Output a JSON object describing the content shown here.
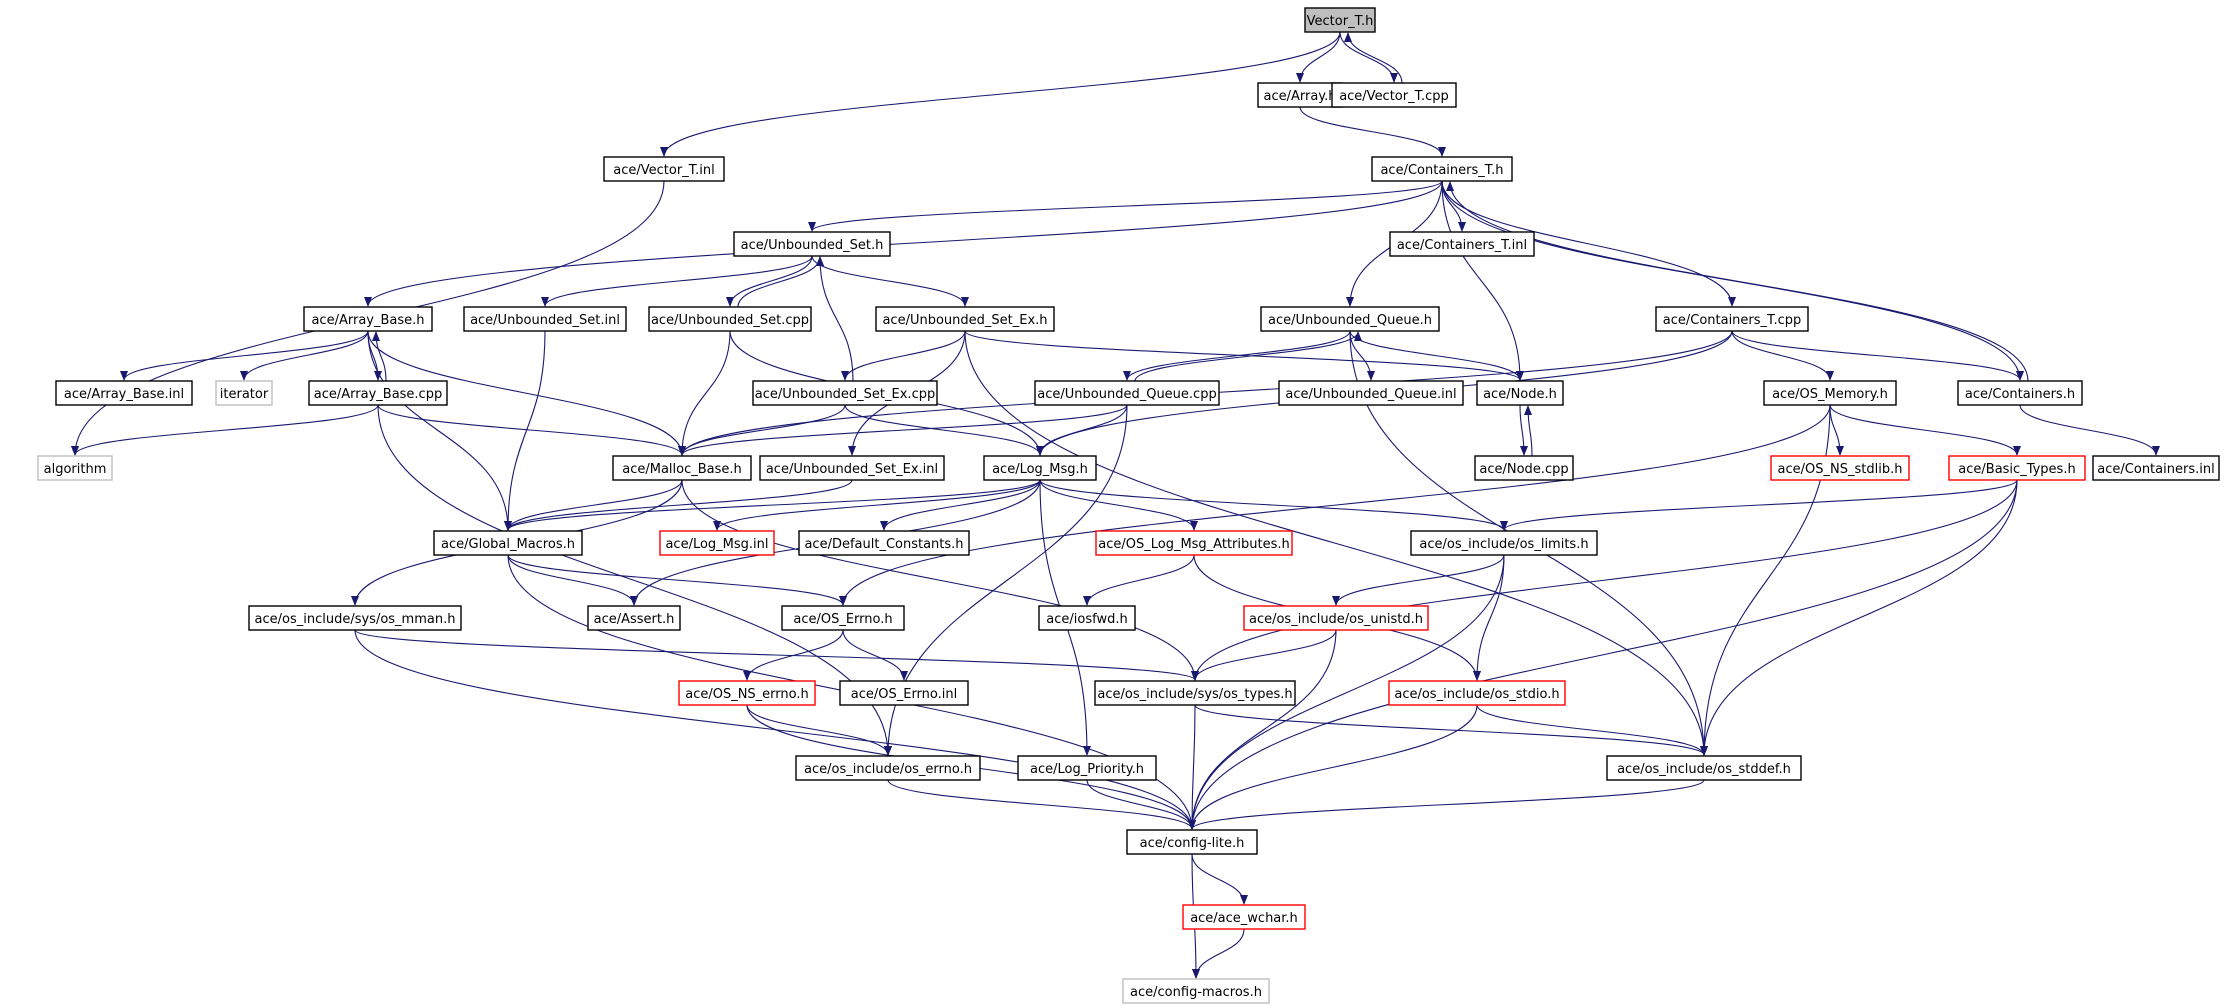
{
  "colors": {
    "edge": "#191970",
    "node_border": "#000000",
    "node_border_incomplete": "#ff0000",
    "node_border_external": "#bfbfbf",
    "current_fill": "#bfbfbf"
  },
  "nodes": [
    {
      "id": "vector_t_h",
      "label": "Vector_T.h",
      "style": "current"
    },
    {
      "id": "array_h",
      "label": "ace/Array.h",
      "style": "black"
    },
    {
      "id": "vector_t_cpp",
      "label": "ace/Vector_T.cpp",
      "style": "black"
    },
    {
      "id": "vector_t_inl",
      "label": "ace/Vector_T.inl",
      "style": "black"
    },
    {
      "id": "containers_t_h",
      "label": "ace/Containers_T.h",
      "style": "black"
    },
    {
      "id": "containers_t_inl",
      "label": "ace/Containers_T.inl",
      "style": "black"
    },
    {
      "id": "unbounded_set_h",
      "label": "ace/Unbounded_Set.h",
      "style": "black"
    },
    {
      "id": "array_base_h",
      "label": "ace/Array_Base.h",
      "style": "black"
    },
    {
      "id": "unbounded_set_inl",
      "label": "ace/Unbounded_Set.inl",
      "style": "black"
    },
    {
      "id": "unbounded_set_cpp",
      "label": "ace/Unbounded_Set.cpp",
      "style": "black"
    },
    {
      "id": "unbounded_set_ex_h",
      "label": "ace/Unbounded_Set_Ex.h",
      "style": "black"
    },
    {
      "id": "unbounded_queue_h",
      "label": "ace/Unbounded_Queue.h",
      "style": "black"
    },
    {
      "id": "containers_t_cpp",
      "label": "ace/Containers_T.cpp",
      "style": "black"
    },
    {
      "id": "array_base_inl",
      "label": "ace/Array_Base.inl",
      "style": "black"
    },
    {
      "id": "iterator",
      "label": "iterator",
      "style": "gray"
    },
    {
      "id": "array_base_cpp",
      "label": "ace/Array_Base.cpp",
      "style": "black"
    },
    {
      "id": "unbounded_set_ex_cpp",
      "label": "ace/Unbounded_Set_Ex.cpp",
      "style": "black"
    },
    {
      "id": "unbounded_queue_cpp",
      "label": "ace/Unbounded_Queue.cpp",
      "style": "black"
    },
    {
      "id": "unbounded_queue_inl",
      "label": "ace/Unbounded_Queue.inl",
      "style": "black"
    },
    {
      "id": "node_h",
      "label": "ace/Node.h",
      "style": "black"
    },
    {
      "id": "os_memory_h",
      "label": "ace/OS_Memory.h",
      "style": "black"
    },
    {
      "id": "containers_h",
      "label": "ace/Containers.h",
      "style": "black"
    },
    {
      "id": "algorithm",
      "label": "algorithm",
      "style": "gray"
    },
    {
      "id": "malloc_base_h",
      "label": "ace/Malloc_Base.h",
      "style": "black"
    },
    {
      "id": "unbounded_set_ex_inl",
      "label": "ace/Unbounded_Set_Ex.inl",
      "style": "black"
    },
    {
      "id": "log_msg_h",
      "label": "ace/Log_Msg.h",
      "style": "black"
    },
    {
      "id": "node_cpp",
      "label": "ace/Node.cpp",
      "style": "black"
    },
    {
      "id": "os_ns_stdlib_h",
      "label": "ace/OS_NS_stdlib.h",
      "style": "red"
    },
    {
      "id": "basic_types_h",
      "label": "ace/Basic_Types.h",
      "style": "red"
    },
    {
      "id": "containers_inl",
      "label": "ace/Containers.inl",
      "style": "black"
    },
    {
      "id": "global_macros_h",
      "label": "ace/Global_Macros.h",
      "style": "black"
    },
    {
      "id": "log_msg_inl",
      "label": "ace/Log_Msg.inl",
      "style": "red"
    },
    {
      "id": "default_constants_h",
      "label": "ace/Default_Constants.h",
      "style": "black"
    },
    {
      "id": "os_log_msg_attributes_h",
      "label": "ace/OS_Log_Msg_Attributes.h",
      "style": "red"
    },
    {
      "id": "os_limits_h",
      "label": "ace/os_include/os_limits.h",
      "style": "black"
    },
    {
      "id": "os_mman_h",
      "label": "ace/os_include/sys/os_mman.h",
      "style": "black"
    },
    {
      "id": "assert_h",
      "label": "ace/Assert.h",
      "style": "black"
    },
    {
      "id": "os_errno_h",
      "label": "ace/OS_Errno.h",
      "style": "black"
    },
    {
      "id": "iosfwd_h",
      "label": "ace/iosfwd.h",
      "style": "black"
    },
    {
      "id": "os_unistd_h",
      "label": "ace/os_include/os_unistd.h",
      "style": "red"
    },
    {
      "id": "os_ns_errno_h",
      "label": "ace/OS_NS_errno.h",
      "style": "red"
    },
    {
      "id": "os_errno_inl",
      "label": "ace/OS_Errno.inl",
      "style": "black"
    },
    {
      "id": "os_types_h",
      "label": "ace/os_include/sys/os_types.h",
      "style": "black"
    },
    {
      "id": "os_stdio_h",
      "label": "ace/os_include/os_stdio.h",
      "style": "red"
    },
    {
      "id": "os_include_os_errno_h",
      "label": "ace/os_include/os_errno.h",
      "style": "black"
    },
    {
      "id": "log_priority_h",
      "label": "ace/Log_Priority.h",
      "style": "black"
    },
    {
      "id": "os_stddef_h",
      "label": "ace/os_include/os_stddef.h",
      "style": "black"
    },
    {
      "id": "config_lite_h",
      "label": "ace/config-lite.h",
      "style": "black"
    },
    {
      "id": "ace_wchar_h",
      "label": "ace/ace_wchar.h",
      "style": "red"
    },
    {
      "id": "config_macros_h",
      "label": "ace/config-macros.h",
      "style": "gray"
    }
  ],
  "edges": [
    {
      "from": "vector_t_h",
      "to": "array_h"
    },
    {
      "from": "vector_t_h",
      "to": "vector_t_cpp"
    },
    {
      "from": "vector_t_cpp",
      "to": "vector_t_h"
    },
    {
      "from": "vector_t_h",
      "to": "vector_t_inl"
    },
    {
      "from": "vector_t_inl",
      "to": "algorithm"
    },
    {
      "from": "array_h",
      "to": "containers_t_h"
    },
    {
      "from": "containers_t_h",
      "to": "containers_t_inl"
    },
    {
      "from": "containers_t_h",
      "to": "unbounded_set_h"
    },
    {
      "from": "containers_t_h",
      "to": "array_base_h"
    },
    {
      "from": "containers_t_h",
      "to": "unbounded_queue_h"
    },
    {
      "from": "containers_t_h",
      "to": "node_h"
    },
    {
      "from": "containers_t_h",
      "to": "containers_t_cpp"
    },
    {
      "from": "containers_t_h",
      "to": "containers_h"
    },
    {
      "from": "containers_h",
      "to": "containers_t_h"
    },
    {
      "from": "unbounded_set_h",
      "to": "unbounded_set_inl"
    },
    {
      "from": "unbounded_set_h",
      "to": "unbounded_set_cpp"
    },
    {
      "from": "unbounded_set_cpp",
      "to": "unbounded_set_h"
    },
    {
      "from": "unbounded_set_h",
      "to": "unbounded_set_ex_h"
    },
    {
      "from": "unbounded_set_ex_cpp",
      "to": "unbounded_set_h"
    },
    {
      "from": "array_base_h",
      "to": "array_base_inl"
    },
    {
      "from": "array_base_h",
      "to": "iterator"
    },
    {
      "from": "array_base_h",
      "to": "array_base_cpp"
    },
    {
      "from": "array_base_cpp",
      "to": "array_base_h"
    },
    {
      "from": "array_base_h",
      "to": "malloc_base_h"
    },
    {
      "from": "array_base_h",
      "to": "global_macros_h"
    },
    {
      "from": "array_base_cpp",
      "to": "algorithm"
    },
    {
      "from": "array_base_cpp",
      "to": "malloc_base_h"
    },
    {
      "from": "array_base_cpp",
      "to": "os_include_os_errno_h"
    },
    {
      "from": "unbounded_set_inl",
      "to": "global_macros_h"
    },
    {
      "from": "unbounded_set_cpp",
      "to": "malloc_base_h"
    },
    {
      "from": "unbounded_set_cpp",
      "to": "log_msg_h"
    },
    {
      "from": "unbounded_set_ex_h",
      "to": "unbounded_set_ex_cpp"
    },
    {
      "from": "unbounded_set_ex_h",
      "to": "unbounded_set_ex_inl"
    },
    {
      "from": "unbounded_set_ex_h",
      "to": "node_h"
    },
    {
      "from": "unbounded_set_ex_h",
      "to": "os_stddef_h"
    },
    {
      "from": "unbounded_set_ex_cpp",
      "to": "malloc_base_h"
    },
    {
      "from": "unbounded_set_ex_cpp",
      "to": "log_msg_h"
    },
    {
      "from": "unbounded_queue_h",
      "to": "unbounded_queue_cpp"
    },
    {
      "from": "unbounded_queue_cpp",
      "to": "unbounded_queue_h"
    },
    {
      "from": "unbounded_queue_h",
      "to": "unbounded_queue_inl"
    },
    {
      "from": "unbounded_queue_h",
      "to": "node_h"
    },
    {
      "from": "unbounded_queue_h",
      "to": "os_stddef_h"
    },
    {
      "from": "unbounded_queue_cpp",
      "to": "malloc_base_h"
    },
    {
      "from": "unbounded_queue_cpp",
      "to": "log_msg_h"
    },
    {
      "from": "unbounded_queue_cpp",
      "to": "os_include_os_errno_h"
    },
    {
      "from": "containers_t_cpp",
      "to": "os_memory_h"
    },
    {
      "from": "containers_t_cpp",
      "to": "containers_h"
    },
    {
      "from": "containers_t_cpp",
      "to": "malloc_base_h"
    },
    {
      "from": "containers_t_cpp",
      "to": "log_msg_h"
    },
    {
      "from": "node_h",
      "to": "node_cpp"
    },
    {
      "from": "node_cpp",
      "to": "node_h"
    },
    {
      "from": "containers_h",
      "to": "containers_inl"
    },
    {
      "from": "os_memory_h",
      "to": "os_ns_stdlib_h"
    },
    {
      "from": "os_memory_h",
      "to": "basic_types_h"
    },
    {
      "from": "os_memory_h",
      "to": "os_stddef_h"
    },
    {
      "from": "os_memory_h",
      "to": "os_errno_h"
    },
    {
      "from": "malloc_base_h",
      "to": "global_macros_h"
    },
    {
      "from": "malloc_base_h",
      "to": "os_mman_h"
    },
    {
      "from": "malloc_base_h",
      "to": "os_types_h"
    },
    {
      "from": "unbounded_set_ex_inl",
      "to": "global_macros_h"
    },
    {
      "from": "log_msg_h",
      "to": "global_macros_h"
    },
    {
      "from": "log_msg_h",
      "to": "log_msg_inl"
    },
    {
      "from": "log_msg_h",
      "to": "default_constants_h"
    },
    {
      "from": "log_msg_h",
      "to": "os_log_msg_attributes_h"
    },
    {
      "from": "log_msg_h",
      "to": "os_limits_h"
    },
    {
      "from": "log_msg_h",
      "to": "log_priority_h"
    },
    {
      "from": "log_msg_h",
      "to": "assert_h"
    },
    {
      "from": "basic_types_h",
      "to": "os_limits_h"
    },
    {
      "from": "basic_types_h",
      "to": "os_types_h"
    },
    {
      "from": "basic_types_h",
      "to": "os_stddef_h"
    },
    {
      "from": "basic_types_h",
      "to": "config_lite_h"
    },
    {
      "from": "global_macros_h",
      "to": "assert_h"
    },
    {
      "from": "global_macros_h",
      "to": "os_errno_h"
    },
    {
      "from": "global_macros_h",
      "to": "config_lite_h"
    },
    {
      "from": "os_log_msg_attributes_h",
      "to": "iosfwd_h"
    },
    {
      "from": "os_log_msg_attributes_h",
      "to": "os_stdio_h"
    },
    {
      "from": "os_limits_h",
      "to": "os_unistd_h"
    },
    {
      "from": "os_limits_h",
      "to": "os_stdio_h"
    },
    {
      "from": "os_limits_h",
      "to": "config_lite_h"
    },
    {
      "from": "os_mman_h",
      "to": "os_types_h"
    },
    {
      "from": "os_mman_h",
      "to": "config_lite_h"
    },
    {
      "from": "os_errno_h",
      "to": "os_ns_errno_h"
    },
    {
      "from": "os_errno_h",
      "to": "os_errno_inl"
    },
    {
      "from": "os_unistd_h",
      "to": "os_types_h"
    },
    {
      "from": "os_unistd_h",
      "to": "config_lite_h"
    },
    {
      "from": "os_ns_errno_h",
      "to": "os_include_os_errno_h"
    },
    {
      "from": "os_ns_errno_h",
      "to": "config_lite_h"
    },
    {
      "from": "os_types_h",
      "to": "os_stddef_h"
    },
    {
      "from": "os_types_h",
      "to": "config_lite_h"
    },
    {
      "from": "os_stdio_h",
      "to": "os_stddef_h"
    },
    {
      "from": "os_stdio_h",
      "to": "config_lite_h"
    },
    {
      "from": "os_include_os_errno_h",
      "to": "config_lite_h"
    },
    {
      "from": "log_priority_h",
      "to": "config_lite_h"
    },
    {
      "from": "os_stddef_h",
      "to": "config_lite_h"
    },
    {
      "from": "config_lite_h",
      "to": "ace_wchar_h"
    },
    {
      "from": "config_lite_h",
      "to": "config_macros_h"
    },
    {
      "from": "ace_wchar_h",
      "to": "config_macros_h"
    }
  ]
}
